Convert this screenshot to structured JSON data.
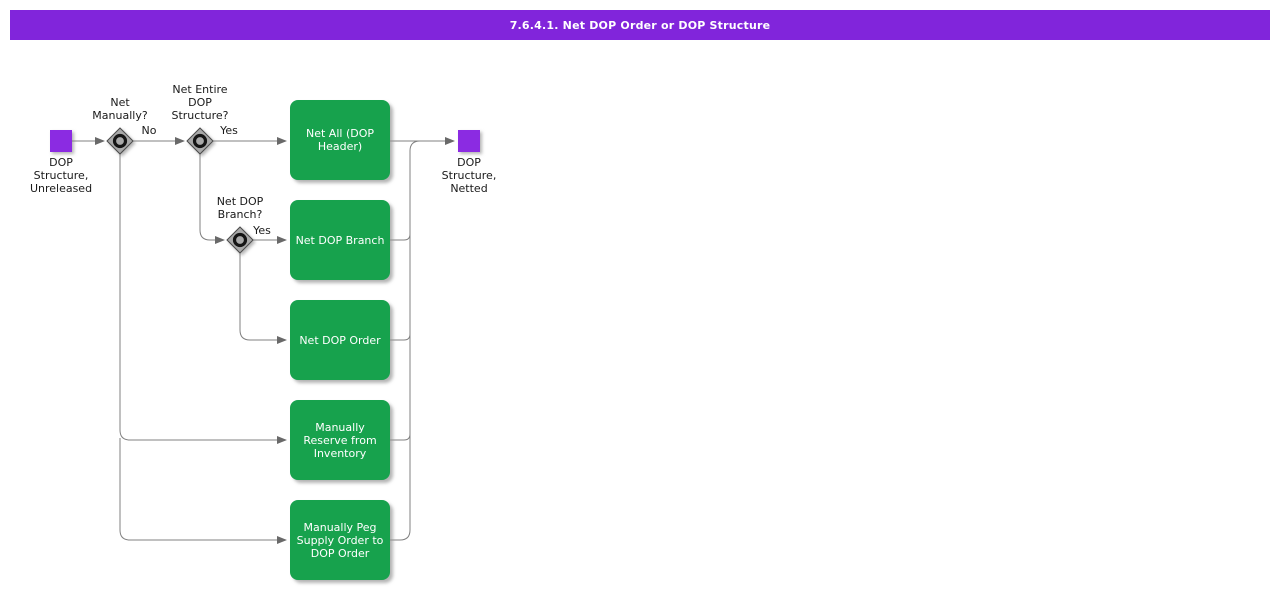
{
  "title_bar": {
    "title": "7.6.4.1. Net DOP Order or DOP Structure"
  },
  "start_node": {
    "label": "DOP\nStructure,\nUnreleased"
  },
  "end_node": {
    "label": "DOP\nStructure,\nNetted"
  },
  "decisions": {
    "net_manually": {
      "question": "Net\nManually?",
      "answer_no": "No"
    },
    "net_entire_dop_structure": {
      "question": "Net Entire\nDOP\nStructure?",
      "answer_yes": "Yes"
    },
    "net_dop_branch": {
      "question": "Net DOP\nBranch?",
      "answer_yes": "Yes"
    }
  },
  "activities": {
    "net_all_dop_header": "Net All (DOP\nHeader)",
    "net_dop_branch": "Net DOP Branch",
    "net_dop_order": "Net DOP Order",
    "manually_reserve_from_inventory": "Manually\nReserve from\nInventory",
    "manually_peg_supply_order_to_dop_order": "Manually Peg\nSupply Order to\nDOP Order"
  },
  "colors": {
    "header_bg": "#8125DB",
    "terminal_node_purple": "#8B2BE2",
    "activity_green": "#17A24D",
    "decision_gray": "#A9A9A9",
    "connector_gray": "#808080"
  }
}
